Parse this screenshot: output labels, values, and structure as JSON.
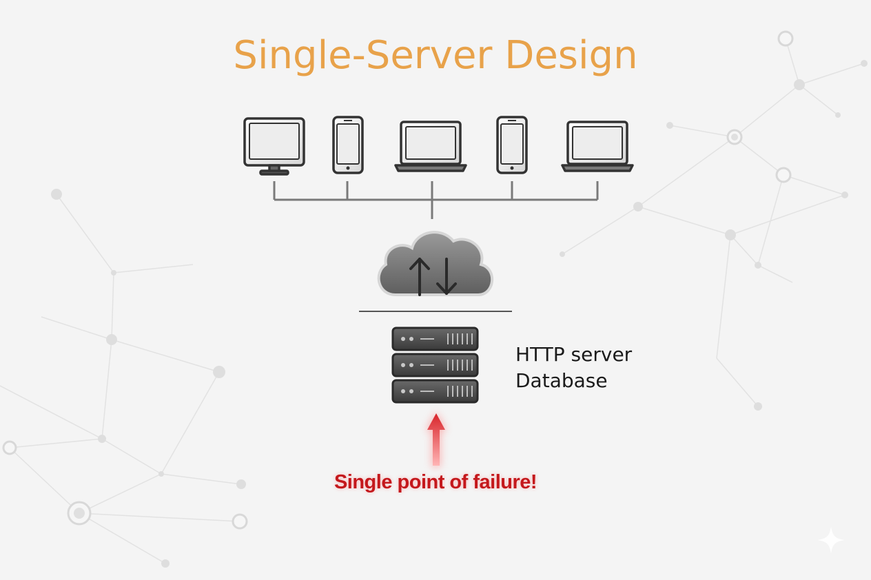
{
  "title": "Single-Server Design",
  "clients": [
    {
      "kind": "desktop",
      "icon": "desktop-monitor-icon"
    },
    {
      "kind": "phone",
      "icon": "smartphone-icon"
    },
    {
      "kind": "laptop",
      "icon": "laptop-icon"
    },
    {
      "kind": "phone",
      "icon": "smartphone-icon"
    },
    {
      "kind": "laptop",
      "icon": "laptop-icon"
    }
  ],
  "network": {
    "icon": "cloud-upload-download-icon"
  },
  "server": {
    "icon": "server-rack-icon",
    "labels": [
      "HTTP server",
      "Database"
    ]
  },
  "failure": {
    "label": "Single point of failure!",
    "icon": "red-arrow-up-icon",
    "color": "#c4181c"
  },
  "colors": {
    "title": "#e8a24a",
    "connector": "#7a7a7a",
    "device_stroke": "#333333",
    "background": "#f4f4f4"
  }
}
